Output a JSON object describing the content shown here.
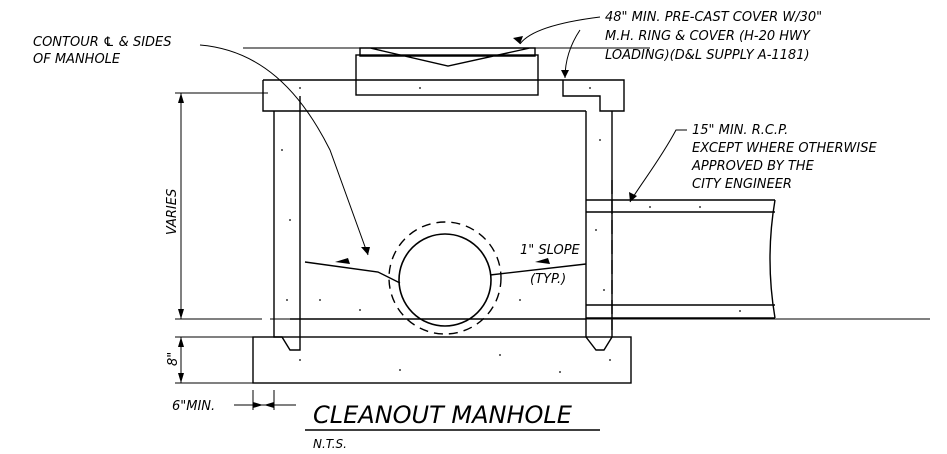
{
  "labels": {
    "contour_line1": "CONTOUR ℄ & SIDES",
    "contour_line2": "OF MANHOLE",
    "cover_line1": "48\" MIN. PRE-CAST COVER W/30\"",
    "cover_line2": "M.H. RING & COVER (H-20 HWY",
    "cover_line3": "LOADING)(D&L SUPPLY A-1181)",
    "rcp_line1": "15\" MIN. R.C.P.",
    "rcp_line2": "EXCEPT WHERE OTHERWISE",
    "rcp_line3": "APPROVED BY THE",
    "rcp_line4": "CITY ENGINEER",
    "varies": "VARIES",
    "slope": "1\" SLOPE",
    "typ": "(TYP.)",
    "eight_inch": "8\"",
    "six_inch": "6\"MIN.",
    "title": "CLEANOUT MANHOLE",
    "scale": "N.T.S."
  }
}
